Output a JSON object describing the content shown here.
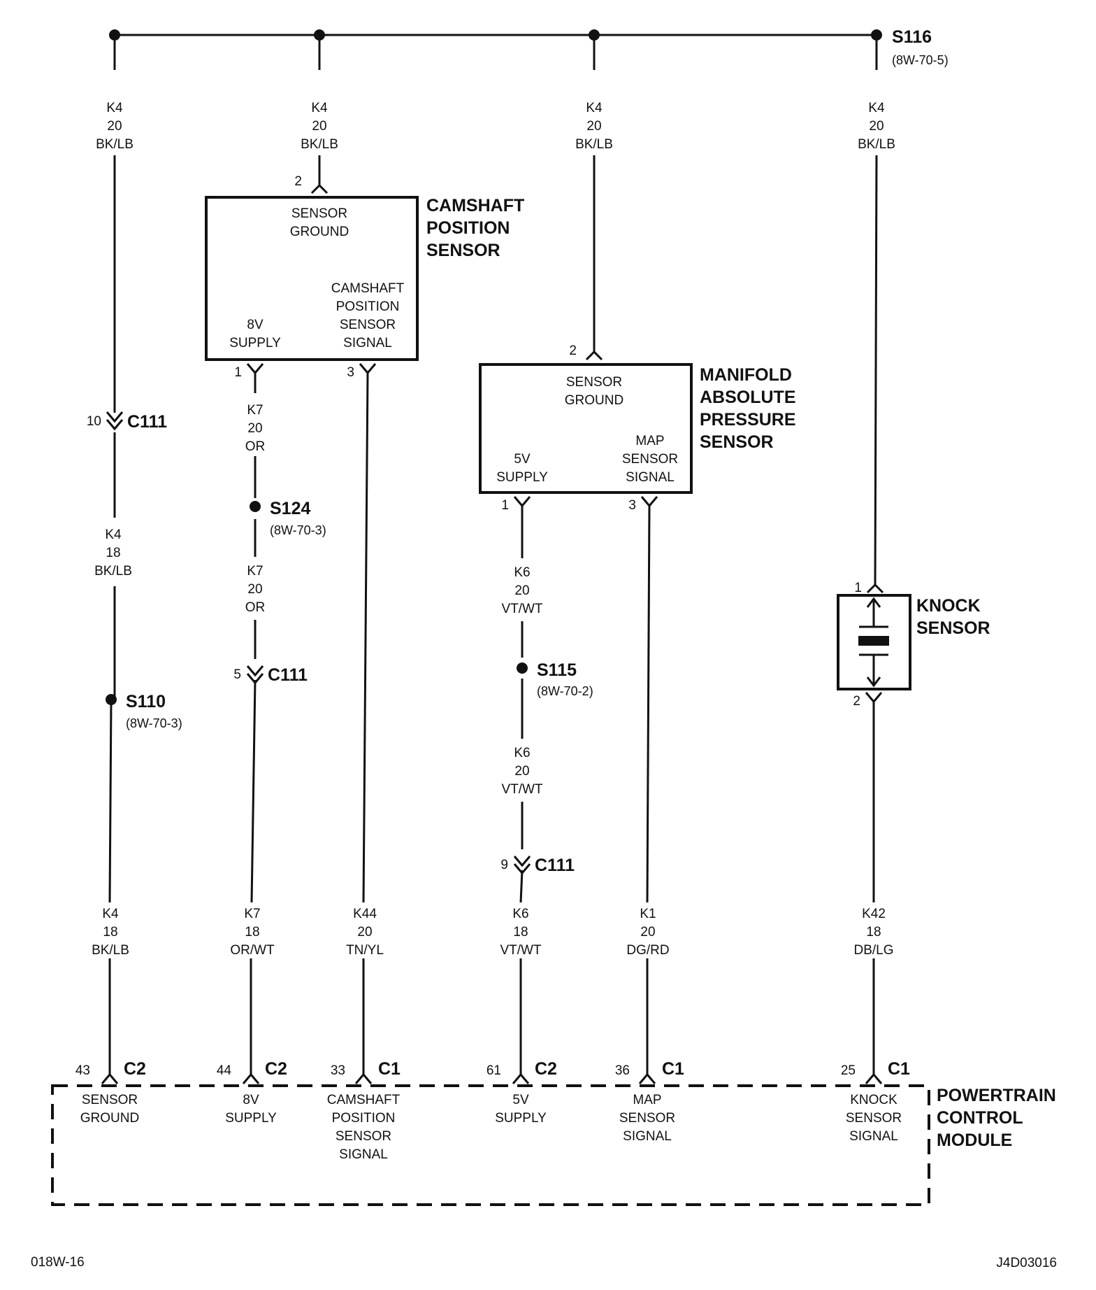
{
  "splices": {
    "s116": {
      "name": "S116",
      "ref": "(8W-70-5)"
    },
    "s124": {
      "name": "S124",
      "ref": "(8W-70-3)"
    },
    "s110": {
      "name": "S110",
      "ref": "(8W-70-3)"
    },
    "s115": {
      "name": "S115",
      "ref": "(8W-70-2)"
    }
  },
  "wires": {
    "k4_a": [
      "K4",
      "20",
      "BK/LB"
    ],
    "k4_b": [
      "K4",
      "20",
      "BK/LB"
    ],
    "k4_c": [
      "K4",
      "20",
      "BK/LB"
    ],
    "k4_d": [
      "K4",
      "20",
      "BK/LB"
    ],
    "k4_mid": [
      "K4",
      "18",
      "BK/LB"
    ],
    "k4_low": [
      "K4",
      "18",
      "BK/LB"
    ],
    "k7_a": [
      "K7",
      "20",
      "OR"
    ],
    "k7_b": [
      "K7",
      "20",
      "OR"
    ],
    "k7_low": [
      "K7",
      "18",
      "OR/WT"
    ],
    "k44": [
      "K44",
      "20",
      "TN/YL"
    ],
    "k6_a": [
      "K6",
      "20",
      "VT/WT"
    ],
    "k6_b": [
      "K6",
      "20",
      "VT/WT"
    ],
    "k6_low": [
      "K6",
      "18",
      "VT/WT"
    ],
    "k1": [
      "K1",
      "20",
      "DG/RD"
    ],
    "k42": [
      "K42",
      "18",
      "DB/LG"
    ]
  },
  "inline_connectors": {
    "c111_k4": {
      "pin": "10",
      "name": "C111"
    },
    "c111_k7": {
      "pin": "5",
      "name": "C111"
    },
    "c111_k6": {
      "pin": "9",
      "name": "C111"
    }
  },
  "camshaft_sensor": {
    "title": [
      "CAMSHAFT",
      "POSITION",
      "SENSOR"
    ],
    "ground_label": [
      "SENSOR",
      "GROUND"
    ],
    "supply_label": [
      "8V",
      "SUPPLY"
    ],
    "signal_label": [
      "CAMSHAFT",
      "POSITION",
      "SENSOR",
      "SIGNAL"
    ],
    "pin_ground": "2",
    "pin_supply": "1",
    "pin_signal": "3"
  },
  "map_sensor": {
    "title": [
      "MANIFOLD",
      "ABSOLUTE",
      "PRESSURE",
      "SENSOR"
    ],
    "ground_label": [
      "SENSOR",
      "GROUND"
    ],
    "supply_label": [
      "5V",
      "SUPPLY"
    ],
    "signal_label": [
      "MAP",
      "SENSOR",
      "SIGNAL"
    ],
    "pin_ground": "2",
    "pin_supply": "1",
    "pin_signal": "3"
  },
  "knock_sensor": {
    "title": [
      "KNOCK",
      "SENSOR"
    ],
    "pin_top": "1",
    "pin_bottom": "2"
  },
  "pcm": {
    "title": [
      "POWERTRAIN",
      "CONTROL",
      "MODULE"
    ],
    "pins": [
      {
        "pin": "43",
        "conn": "C2",
        "label": [
          "SENSOR",
          "GROUND"
        ]
      },
      {
        "pin": "44",
        "conn": "C2",
        "label": [
          "8V",
          "SUPPLY"
        ]
      },
      {
        "pin": "33",
        "conn": "C1",
        "label": [
          "CAMSHAFT",
          "POSITION",
          "SENSOR",
          "SIGNAL"
        ]
      },
      {
        "pin": "61",
        "conn": "C2",
        "label": [
          "5V",
          "SUPPLY"
        ]
      },
      {
        "pin": "36",
        "conn": "C1",
        "label": [
          "MAP",
          "SENSOR",
          "SIGNAL"
        ]
      },
      {
        "pin": "25",
        "conn": "C1",
        "label": [
          "KNOCK",
          "SENSOR",
          "SIGNAL"
        ]
      }
    ]
  },
  "footer": {
    "left": "018W-16",
    "right": "J4D03016"
  }
}
